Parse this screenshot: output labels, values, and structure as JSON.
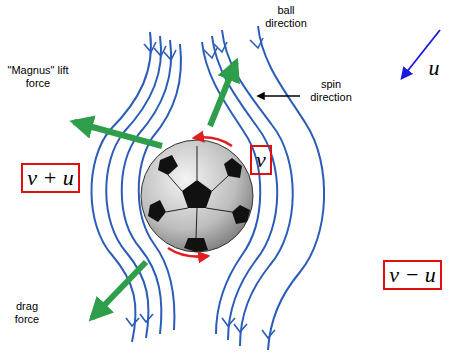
{
  "diagram": {
    "nodes": [
      {
        "text": [
          "v + u"
        ]
      },
      {
        "text": [
          "v"
        ]
      },
      {
        "text": [
          "v − u"
        ]
      }
    ],
    "labels": [
      "ball direction",
      "u",
      "\"Magnus\" lift force",
      "spin direction",
      "drag force"
    ]
  }
}
